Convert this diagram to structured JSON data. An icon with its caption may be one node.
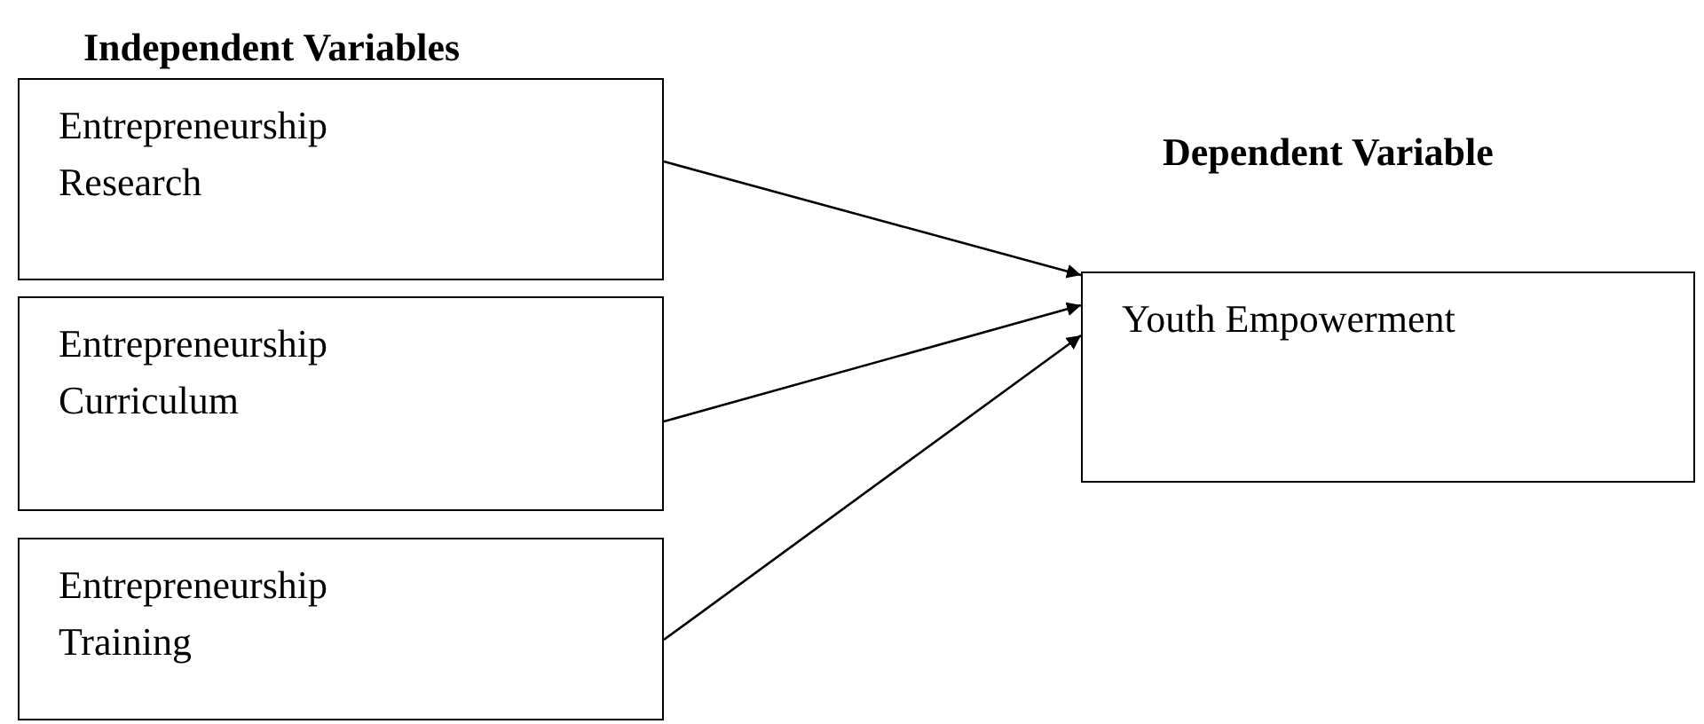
{
  "diagram": {
    "nodes": [
      {
        "text": [
          "Entrepreneurship Research"
        ]
      },
      {
        "text": [
          "Entrepreneurship Curriculum"
        ]
      },
      {
        "text": [
          "Entrepreneurship Training"
        ]
      },
      {
        "text": [
          "Youth Empowerment"
        ]
      }
    ],
    "edges": [
      {
        "from": 0,
        "to": 3,
        "arrow": "to"
      },
      {
        "from": 1,
        "to": 3,
        "arrow": "to"
      },
      {
        "from": 2,
        "to": 3,
        "arrow": "to"
      }
    ],
    "labels": [
      "Independent Variables",
      "Dependent Variable"
    ]
  }
}
